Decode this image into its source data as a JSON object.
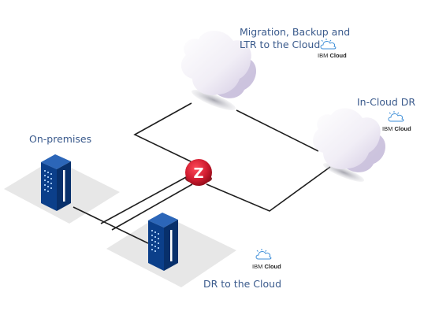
{
  "labels": {
    "migration_line1": "Migration, Backup and",
    "migration_line2": "LTR to the Cloud",
    "in_cloud_dr": "In-Cloud DR",
    "on_premises": "On-premises",
    "dr_to_cloud": "DR to the Cloud"
  },
  "badge": {
    "ibm_prefix": "IBM",
    "ibm_suffix": "Cloud"
  },
  "logo_letter": "Z",
  "colors": {
    "label": "#3a5a8c",
    "server_blue": "#0b3f8a",
    "server_dark": "#08306b",
    "cloud_face": "#f3f0f7",
    "cloud_shade": "#c9bfdc",
    "platform": "#e6e6e6",
    "logo_red": "#c8102e",
    "icon_blue": "#3f8fd8"
  },
  "icons": [
    "ibm-cloud-icon",
    "server-rack-icon",
    "cloud-icon",
    "zerto-logo-icon"
  ]
}
